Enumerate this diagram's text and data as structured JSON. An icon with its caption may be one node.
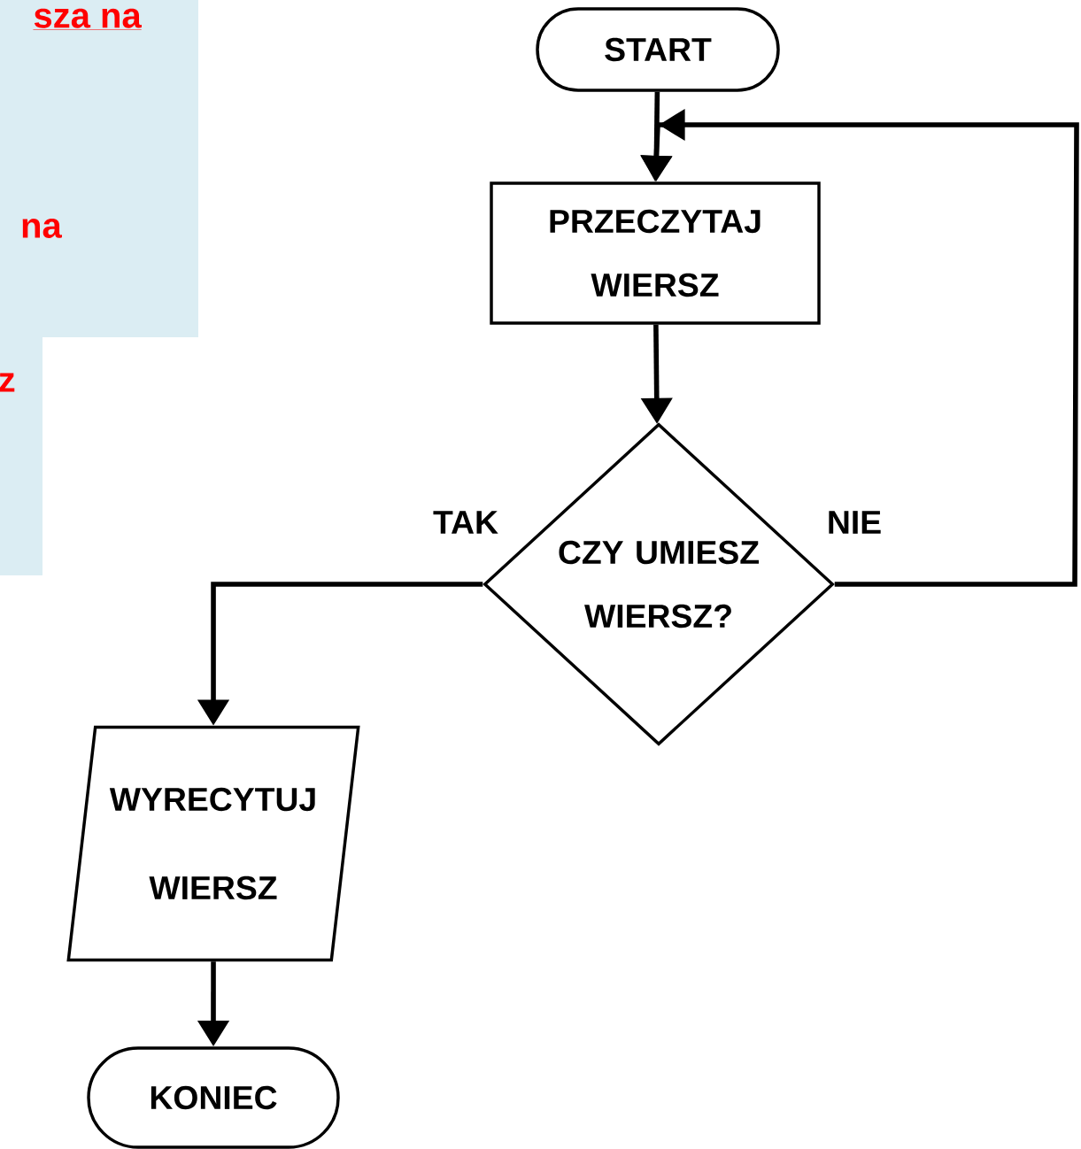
{
  "diagram": {
    "nodes": [
      {
        "text": [
          "START"
        ]
      },
      {
        "text": [
          "PRZECZYTAJ WIERSZ"
        ]
      },
      {
        "text": [
          "CZY UMIESZ WIERSZ?"
        ]
      },
      {
        "text": [
          "WYRECYTUJ WIERSZ"
        ]
      },
      {
        "text": [
          "KONIEC"
        ]
      }
    ],
    "edges": [
      {
        "from": 0,
        "to": 1,
        "arrow": "to"
      },
      {
        "from": 1,
        "to": 2,
        "arrow": "to"
      },
      {
        "from": 2,
        "to": 3,
        "arrow": "to",
        "label": "TAK"
      },
      {
        "from": 2,
        "to": 1,
        "arrow": "to",
        "label": "NIE"
      },
      {
        "from": 3,
        "to": 4,
        "arrow": "to"
      }
    ],
    "labels": [
      "sza na",
      "na",
      "z"
    ]
  }
}
